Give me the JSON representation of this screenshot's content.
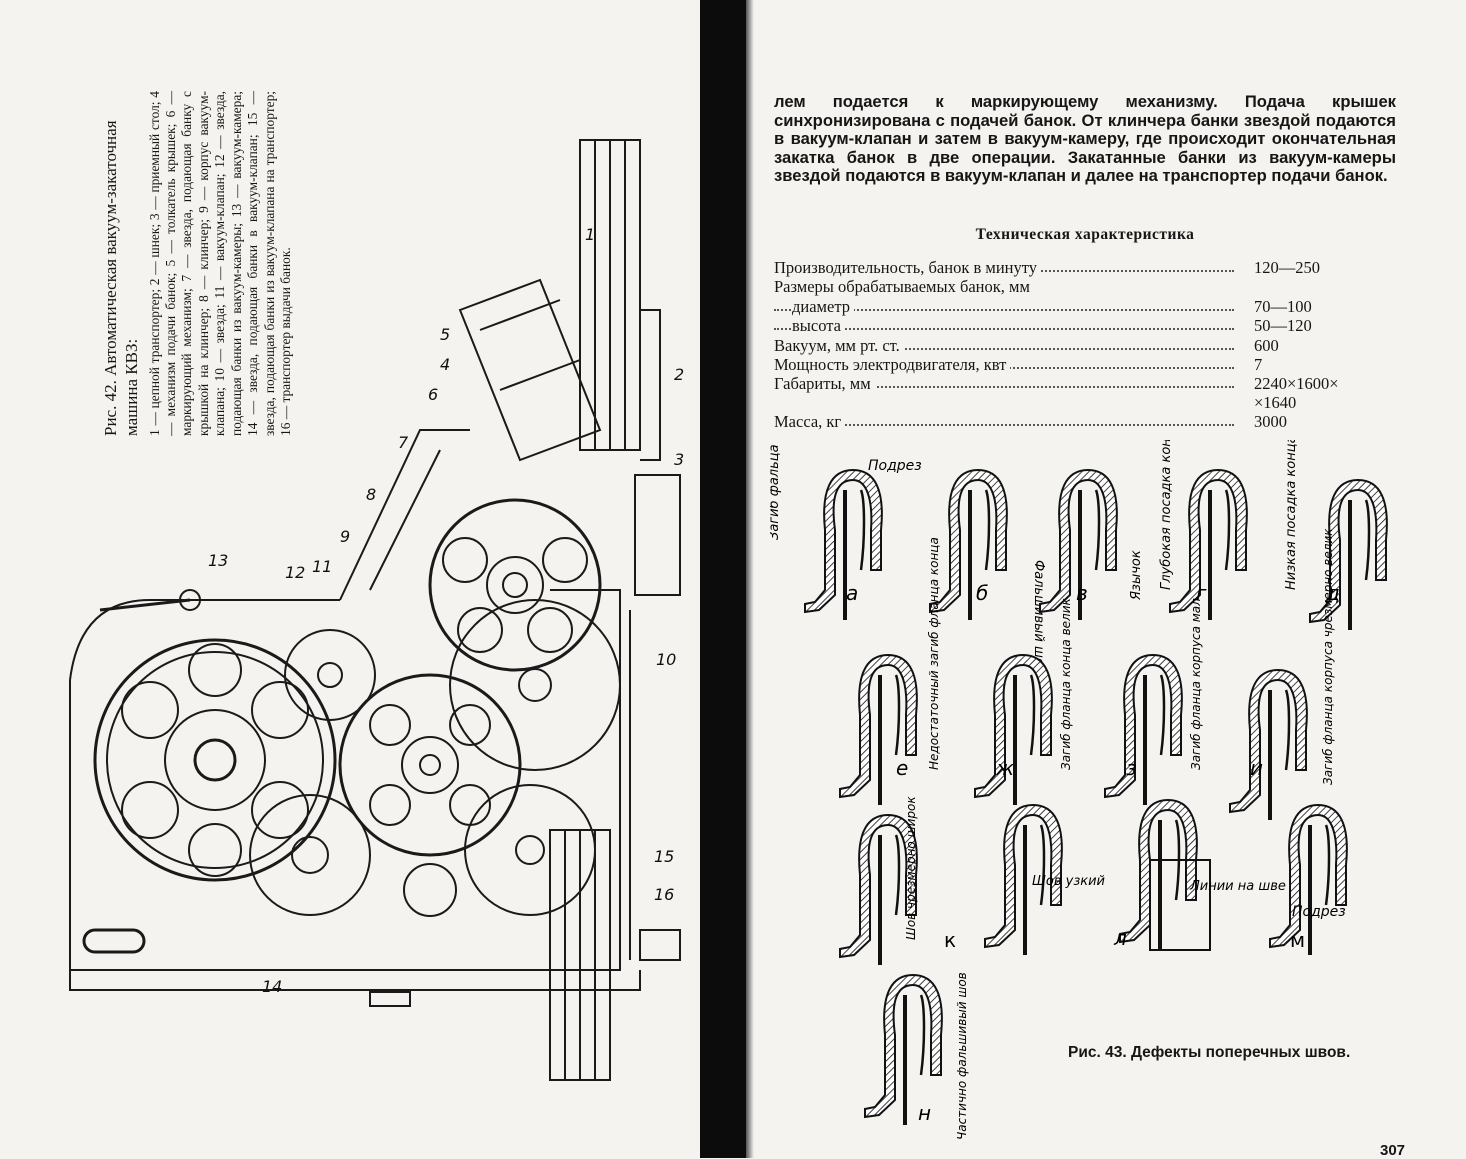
{
  "left_page": {
    "figure42": {
      "title": "Рис. 42. Автоматическая вакуум-закаточная машина КВЗ:",
      "legend": "1 — цепной транспортер; 2 — шнек; 3 — приемный стол; 4 — механизм подачи банок; 5 — толкатель крышек; 6 — маркирующий механизм; 7 — звезда, подающая банку с крышкой на клинчер; 8 — клинчер; 9 — корпус вакуум-клапана; 10 — звезда; 11 — вакуум-клапан; 12 — звезда, подающая банки из вакуум-камеры; 13 — вакуум-камера; 14 — звезда, подающая банки в вакуум-клапан; 15 — звезда, подающая банки из вакуум-клапана на транспортер; 16 — транспортер выдачи банок.",
      "callouts": [
        "1",
        "2",
        "3",
        "4",
        "5",
        "6",
        "7",
        "8",
        "9",
        "10",
        "11",
        "12",
        "13",
        "14",
        "15",
        "16"
      ]
    }
  },
  "right_page": {
    "paragraph": "лем подается к маркирующему механизму. Подача крышек синхронизирована с подачей банок. От клинчера банки звездой подаются в вакуум-клапан и затем в вакуум-камеру, где происходит окончательная закатка банок в две операции. Закатанные банки из вакуум-камеры звездой подаются в вакуум-клапан и далее на транспортер подачи банок.",
    "spec_title": "Техническая характеристика",
    "specs": [
      {
        "label": "Производительность, банок в минуту",
        "value": "120—250",
        "value2": "",
        "indent": false,
        "dots": true
      },
      {
        "label": "Размеры обрабатываемых банок, мм",
        "value": "",
        "value2": "",
        "indent": false,
        "dots": false
      },
      {
        "label": "диаметр",
        "value": "70—100",
        "value2": "",
        "indent": true,
        "dots": true
      },
      {
        "label": "высота",
        "value": "50—120",
        "value2": "",
        "indent": true,
        "dots": true
      },
      {
        "label": "Вакуум, мм рт. ст.",
        "value": "600",
        "value2": "",
        "indent": false,
        "dots": true
      },
      {
        "label": "Мощность электродвигателя, квт",
        "value": "7",
        "value2": "",
        "indent": false,
        "dots": true
      },
      {
        "label": "Габариты, мм",
        "value": "2240×1600×",
        "value2": "×1640",
        "indent": false,
        "dots": true
      },
      {
        "label": "Масса, кг",
        "value": "3000",
        "value2": "",
        "indent": false,
        "dots": true
      }
    ],
    "figure43": {
      "caption": "Рис. 43. Дефекты поперечных швов.",
      "panels": [
        {
          "letter": "а",
          "notes": [
            "Загиб фальца внутрь",
            "Подрез"
          ]
        },
        {
          "letter": "б",
          "notes": [
            "Фальшивый шов"
          ]
        },
        {
          "letter": "в",
          "notes": [
            "Язычок"
          ]
        },
        {
          "letter": "г",
          "notes": [
            "Глубокая посадка конца"
          ]
        },
        {
          "letter": "д",
          "notes": [
            "Низкая посадка конца"
          ]
        },
        {
          "letter": "е",
          "notes": [
            "Недостаточный загиб фланца конца"
          ]
        },
        {
          "letter": "ж",
          "notes": [
            "Загиб фланца конца велик"
          ]
        },
        {
          "letter": "з",
          "notes": [
            "Загиб фланца корпуса мал"
          ]
        },
        {
          "letter": "и",
          "notes": [
            "Загиб фланца корпуса чрезмерно велик"
          ]
        },
        {
          "letter": "к",
          "notes": [
            "Шов чрезмерно широк"
          ]
        },
        {
          "letter": "л",
          "notes": [
            "Шов узкий",
            "Линии на шве"
          ]
        },
        {
          "letter": "м",
          "notes": [
            "Подрез"
          ]
        },
        {
          "letter": "н",
          "notes": [
            "Частично фальшивый шов"
          ]
        }
      ]
    },
    "page_number": "307"
  }
}
